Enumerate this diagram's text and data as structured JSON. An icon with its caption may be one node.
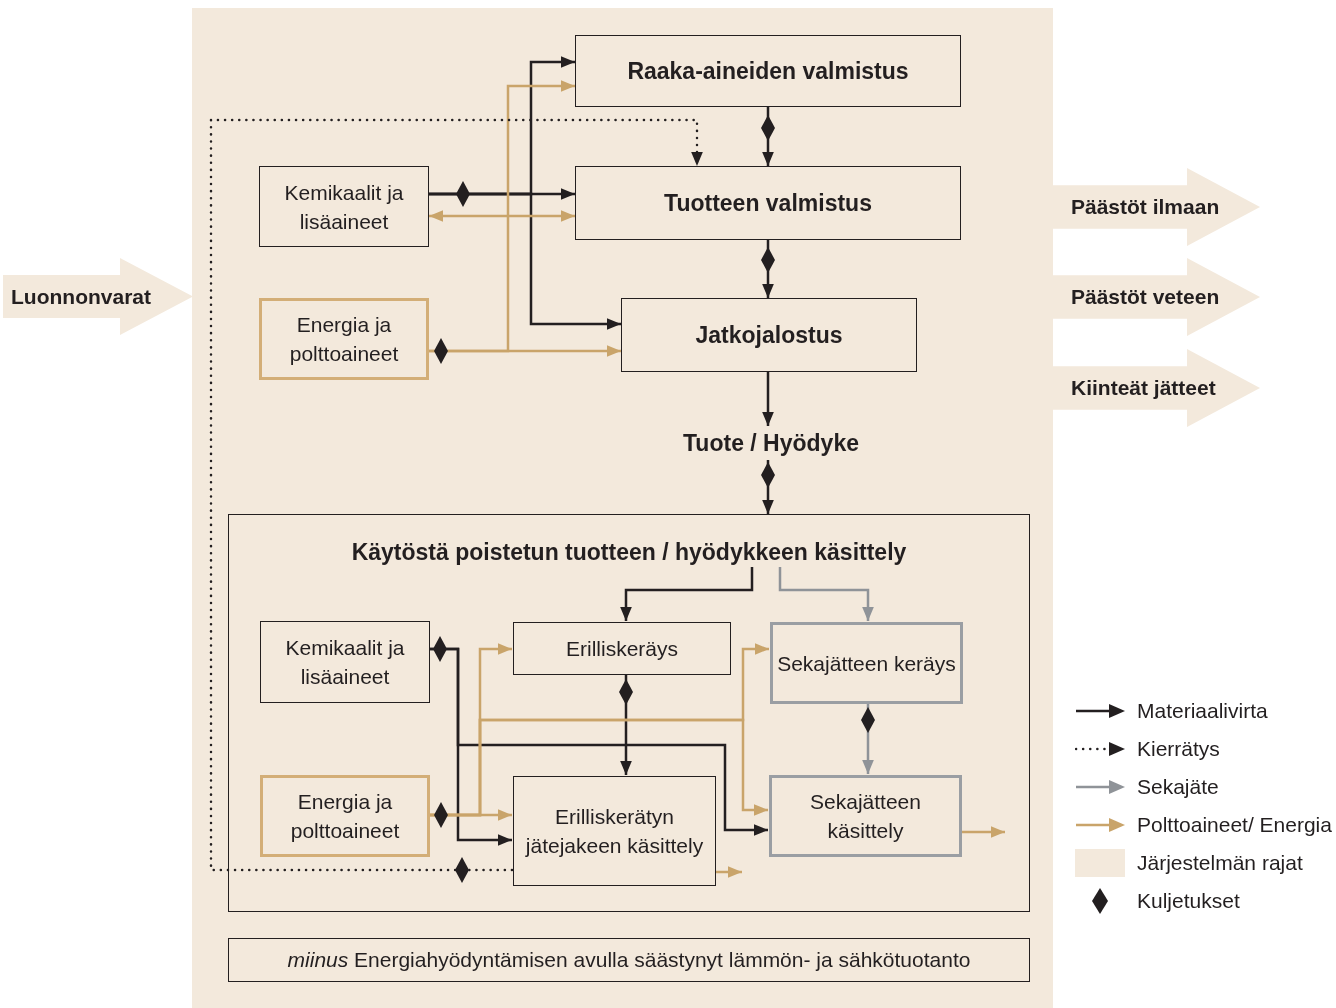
{
  "diagram": {
    "nodes": [
      {
        "text": [
          "Luonnonvarat"
        ]
      },
      {
        "text": [
          "Raaka-aineiden valmistus"
        ]
      },
      {
        "text": [
          "Kemikaalit ja lisäaineet"
        ]
      },
      {
        "text": [
          "Tuotteen valmistus"
        ]
      },
      {
        "text": [
          "Energia ja polttoaineet"
        ]
      },
      {
        "text": [
          "Jatkojalostus"
        ]
      },
      {
        "text": [
          "Tuote / Hyödyke"
        ]
      },
      {
        "text": [
          "Käytöstä poistetun tuotteen / hyödykkeen käsittely"
        ]
      },
      {
        "text": [
          "Kemikaalit ja lisäaineet"
        ],
        "in": 7
      },
      {
        "text": [
          "Erilliskeräys"
        ],
        "in": 7
      },
      {
        "text": [
          "Sekajätteen keräys"
        ],
        "in": 7
      },
      {
        "text": [
          "Energia ja polttoaineet"
        ],
        "in": 7
      },
      {
        "text": [
          "Erilliskerätyn jätejakeen käsittely"
        ],
        "in": 7
      },
      {
        "text": [
          "Sekajätteen käsittely"
        ],
        "in": 7
      },
      {
        "text": [
          "*miinus* Energiahyödyntämisen avulla säästynyt lämmön- ja sähkötuotanto"
        ]
      },
      {
        "text": [
          "Päästöt ilmaan"
        ]
      },
      {
        "text": [
          "Päästöt veteen"
        ]
      },
      {
        "text": [
          "Kiinteät jätteet"
        ]
      }
    ],
    "edges": [
      {
        "from": 1,
        "to": 3,
        "arrow": "to"
      },
      {
        "from": 3,
        "to": 5,
        "arrow": "to"
      },
      {
        "from": 5,
        "to": 6,
        "arrow": "to"
      },
      {
        "from": 6,
        "to": 7,
        "arrow": "to"
      },
      {
        "from": 2,
        "to": 3,
        "arrow": "to"
      },
      {
        "from": 2,
        "to": 1,
        "arrow": "to"
      },
      {
        "from": 2,
        "to": 5,
        "arrow": "to"
      },
      {
        "from": 2,
        "to": 3,
        "arrow": "both",
        "color": "#c9a46a"
      },
      {
        "from": 4,
        "to": 1,
        "arrow": "to",
        "color": "#c9a46a"
      },
      {
        "from": 4,
        "to": 5,
        "arrow": "to",
        "color": "#c9a46a"
      },
      {
        "from": 12,
        "to": 3,
        "arrow": "to",
        "style": "dashed"
      },
      {
        "from": 7,
        "to": 9,
        "arrow": "to"
      },
      {
        "from": 7,
        "to": 10,
        "arrow": "to",
        "color": "#8f9398"
      },
      {
        "from": 9,
        "to": 12,
        "arrow": "to"
      },
      {
        "from": 10,
        "to": 13,
        "arrow": "to",
        "color": "#8f9398"
      },
      {
        "from": 8,
        "to": 12,
        "arrow": "to"
      },
      {
        "from": 8,
        "to": 13,
        "arrow": "to"
      },
      {
        "from": 11,
        "to": 9,
        "arrow": "to",
        "color": "#c9a46a"
      },
      {
        "from": 11,
        "to": 12,
        "arrow": "to",
        "color": "#c9a46a"
      },
      {
        "from": 11,
        "to": 10,
        "arrow": "to",
        "color": "#c9a46a"
      },
      {
        "from": 11,
        "to": 13,
        "arrow": "to",
        "color": "#c9a46a"
      },
      {
        "from": 12,
        "to": null,
        "arrow": "to",
        "color": "#c9a46a"
      },
      {
        "from": 13,
        "to": null,
        "arrow": "to",
        "color": "#c9a46a"
      }
    ],
    "legend": [
      {
        "text": "Materiaalivirta"
      },
      {
        "text": "Kierrätys"
      },
      {
        "text": "Sekajäte"
      },
      {
        "text": "Polttoaineet/ Energia"
      },
      {
        "text": "Järjestelmän rajat",
        "color": "#f3e9dc"
      },
      {
        "text": "Kuljetukset"
      }
    ]
  }
}
